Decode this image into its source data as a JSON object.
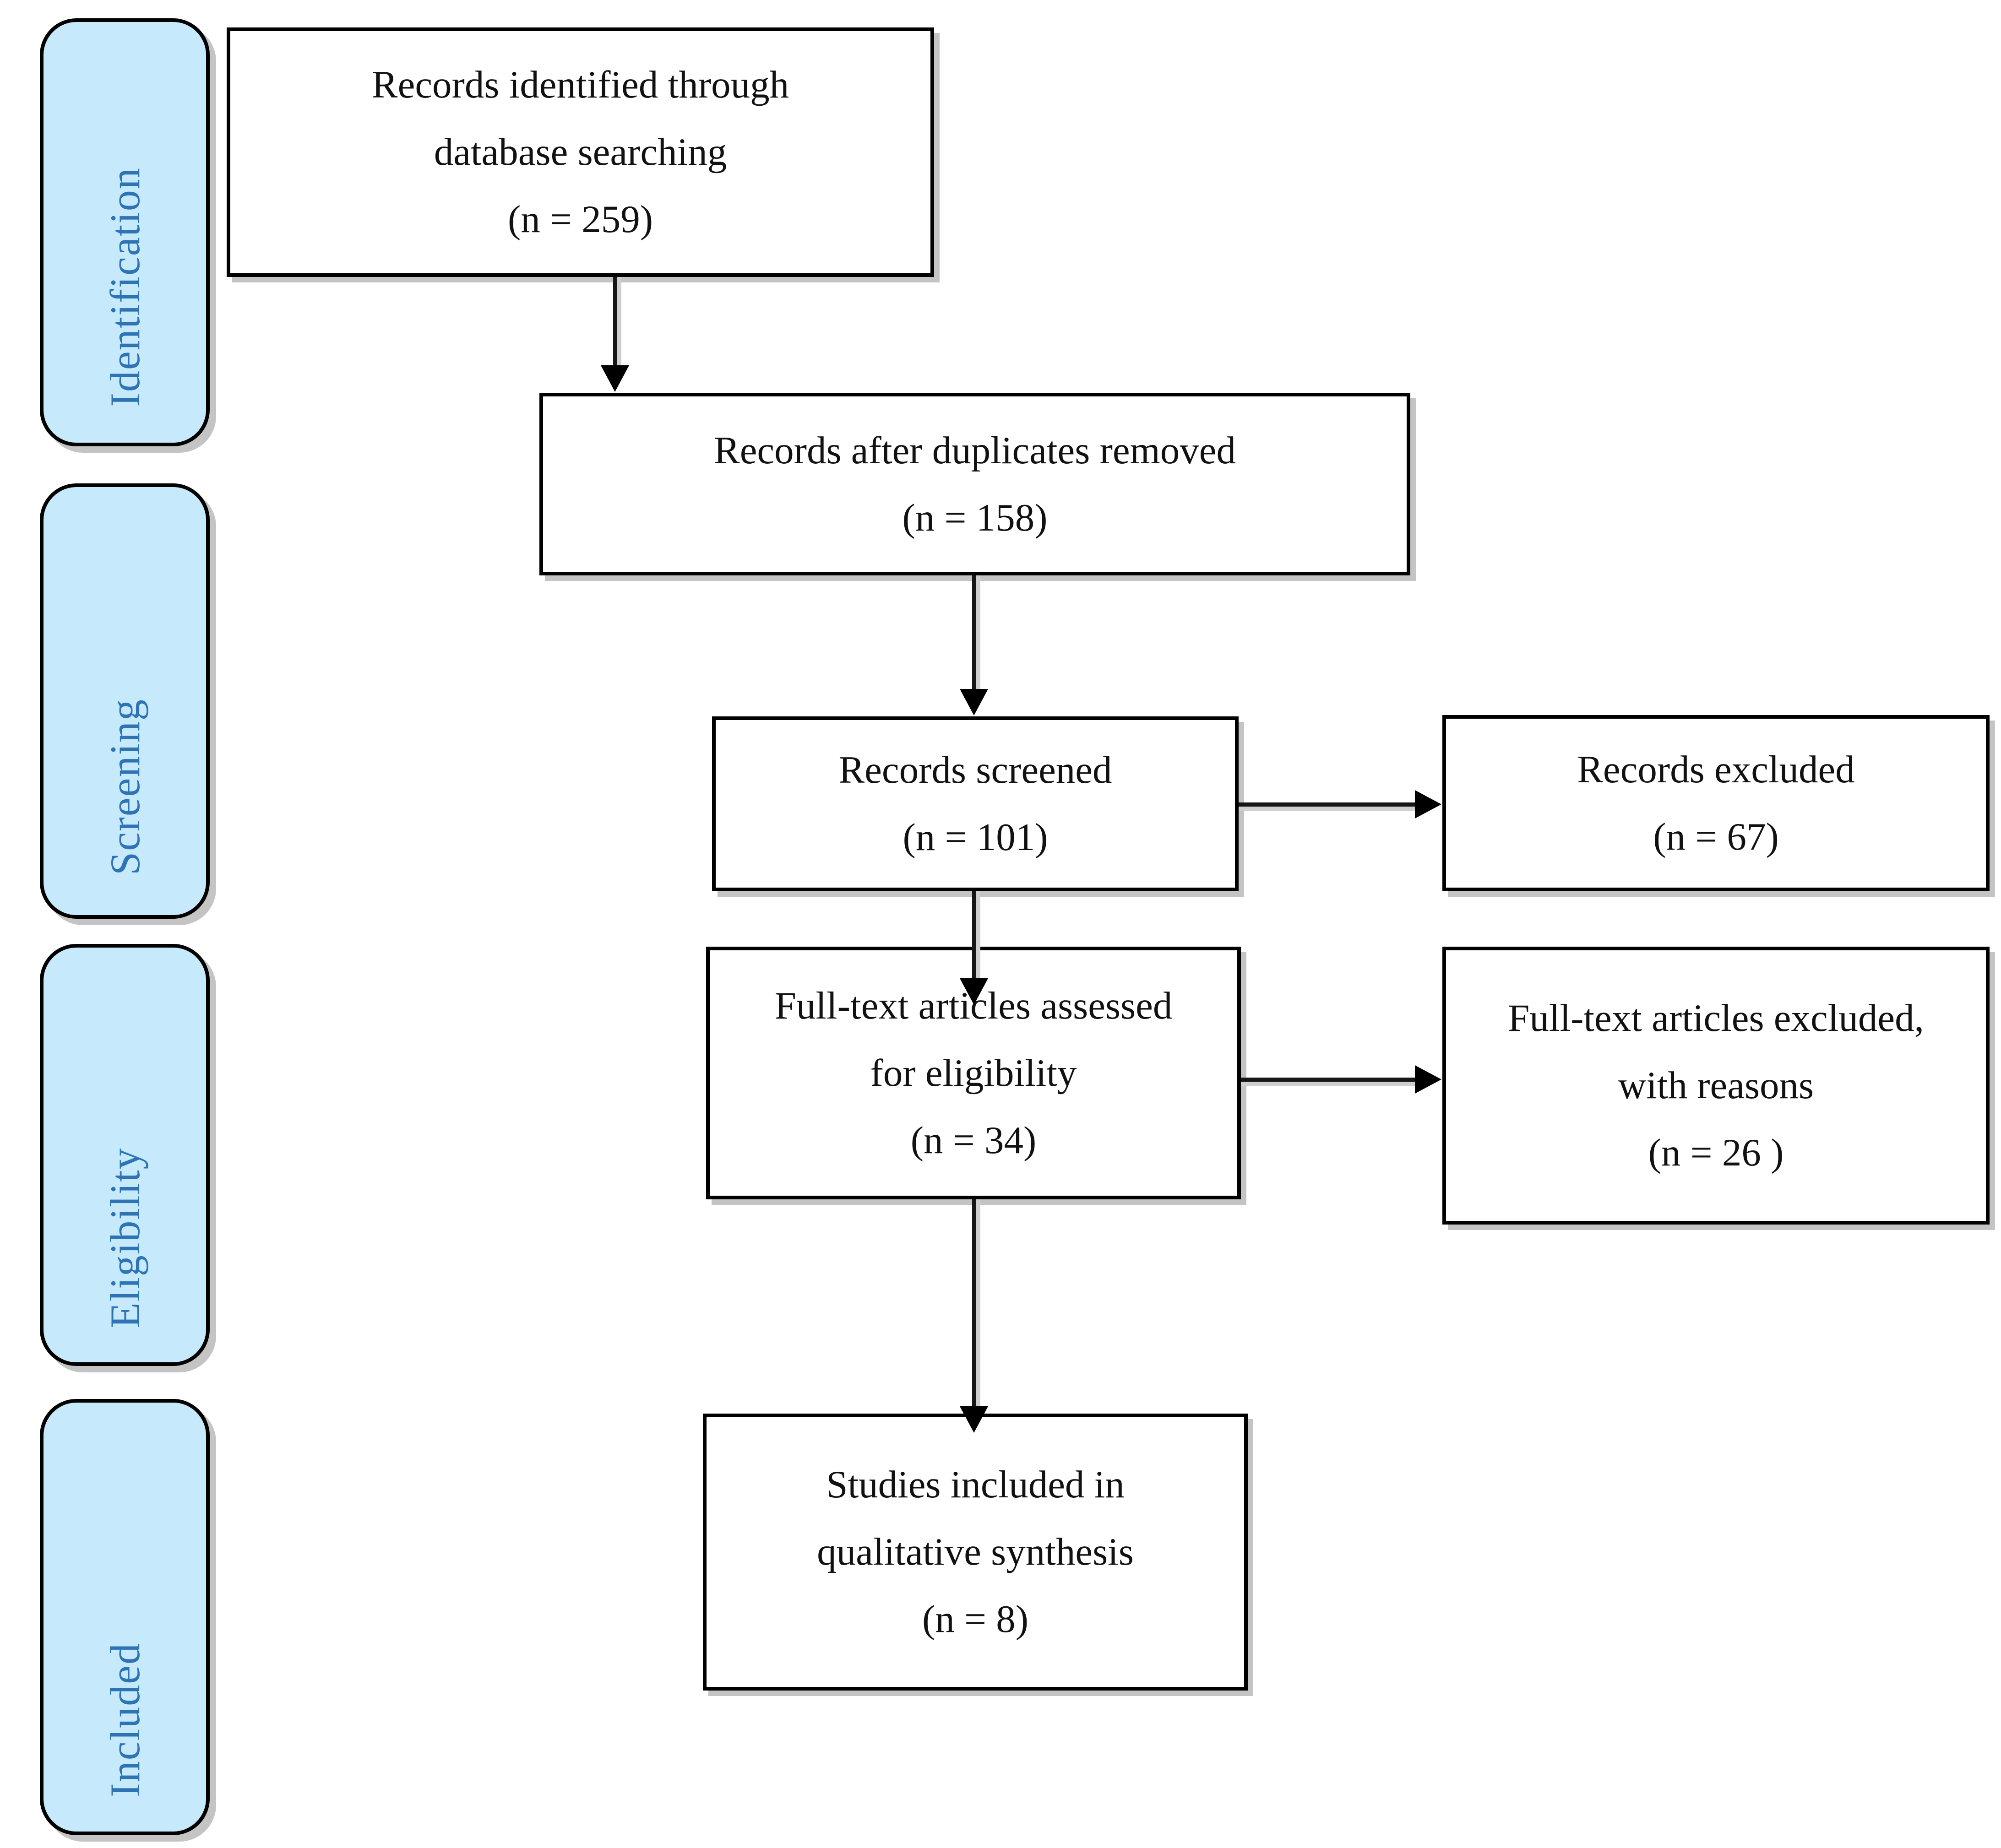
{
  "diagram": {
    "title": "PRISMA study selection flow diagram",
    "stages": [
      {
        "label": "Identification"
      },
      {
        "label": "Screening"
      },
      {
        "label": "Eligibility"
      },
      {
        "label": "Included"
      }
    ],
    "boxes": {
      "identified": {
        "lines": [
          "Records identified through",
          "database searching",
          "(n = 259)"
        ]
      },
      "deduplicated": {
        "lines": [
          "Records after duplicates removed",
          "(n = 158)"
        ]
      },
      "screened": {
        "lines": [
          "Records screened",
          "(n = 101)"
        ]
      },
      "records_excluded": {
        "lines": [
          "Records excluded",
          "(n = 67)"
        ]
      },
      "fulltext_assessed": {
        "lines": [
          "Full-text articles assessed",
          "for eligibility",
          "(n = 34)"
        ]
      },
      "fulltext_excluded": {
        "lines": [
          "Full-text articles excluded,",
          "with reasons",
          "(n = 26 )"
        ]
      },
      "included_studies": {
        "lines": [
          "Studies included in",
          "qualitative synthesis",
          "(n = 8)"
        ]
      }
    },
    "arrows": [
      {
        "from": "identified",
        "to": "deduplicated"
      },
      {
        "from": "deduplicated",
        "to": "screened"
      },
      {
        "from": "screened",
        "to": "fulltext_assessed"
      },
      {
        "from": "screened",
        "to": "records_excluded"
      },
      {
        "from": "fulltext_assessed",
        "to": "fulltext_excluded"
      },
      {
        "from": "fulltext_assessed",
        "to": "included_studies"
      }
    ],
    "colors": {
      "stage_fill": "#C6EAFC",
      "stage_text": "#2E74B5",
      "border": "#000000",
      "shadow": "#C4C4C4",
      "box_fill": "#FFFFFF",
      "background": "#FFFFFF"
    }
  }
}
